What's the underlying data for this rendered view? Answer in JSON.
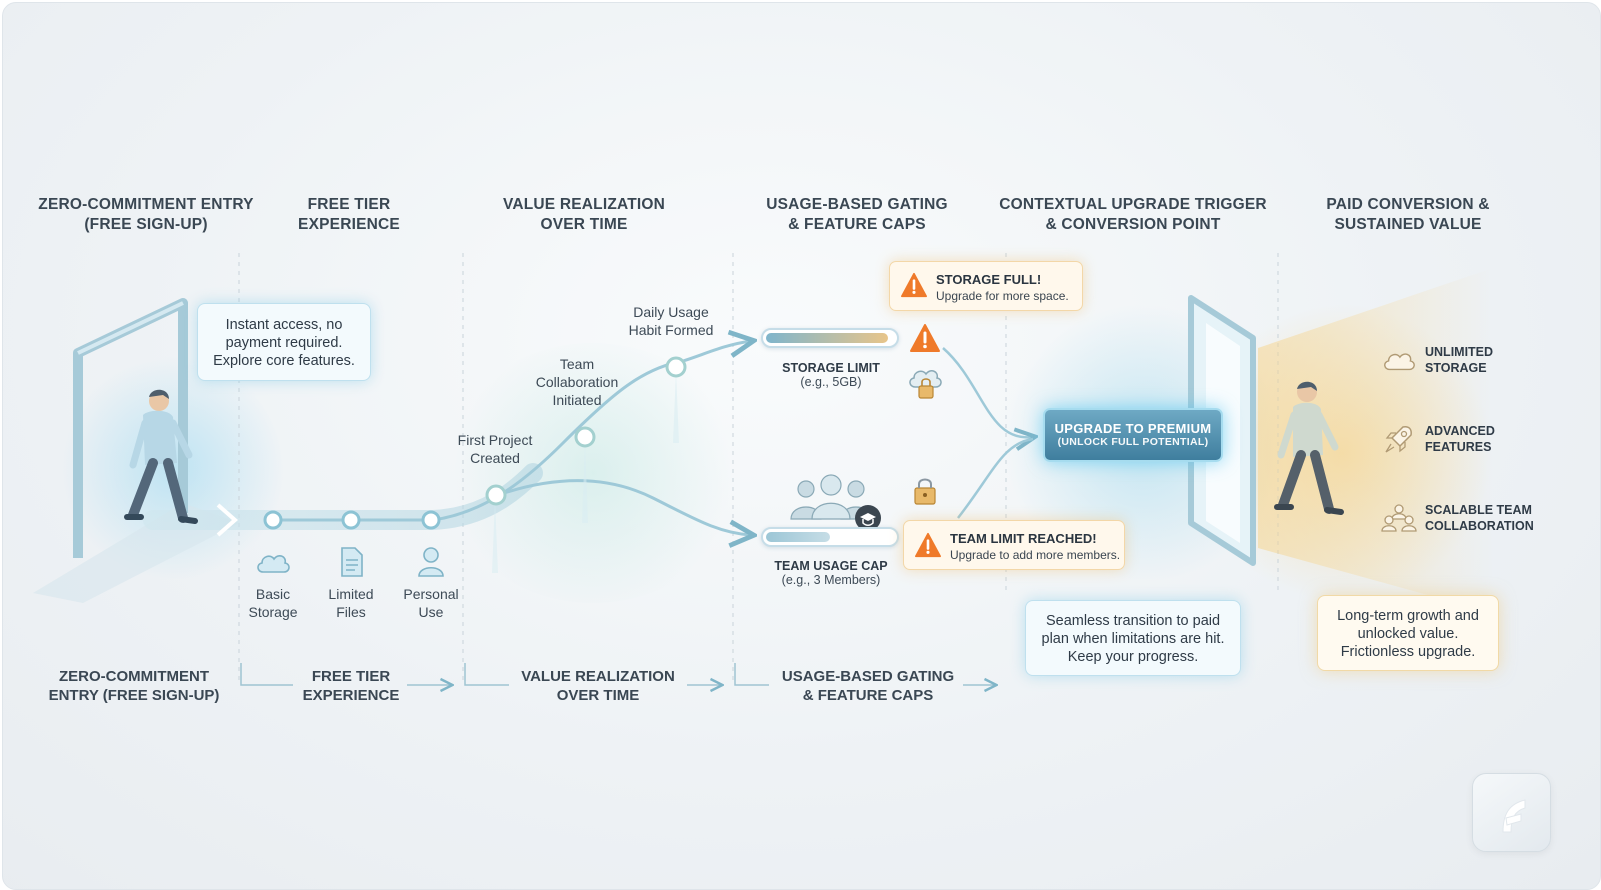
{
  "columns": [
    {
      "heading": "ZERO-COMMITMENT ENTRY\n(FREE SIGN-UP)"
    },
    {
      "heading": "FREE TIER\nEXPERIENCE"
    },
    {
      "heading": "VALUE REALIZATION\nOVER TIME"
    },
    {
      "heading": "USAGE-BASED GATING\n& FEATURE CAPS"
    },
    {
      "heading": "CONTEXTUAL UPGRADE TRIGGER\n& CONVERSION POINT"
    },
    {
      "heading": "PAID CONVERSION &\nSUSTAINED VALUE"
    }
  ],
  "footer_stages": [
    {
      "label": "ZERO-COMMITMENT\nENTRY (FREE SIGN-UP)"
    },
    {
      "label": "FREE TIER\nEXPERIENCE"
    },
    {
      "label": "VALUE REALIZATION\nOVER TIME"
    },
    {
      "label": "USAGE-BASED GATING\n& FEATURE CAPS"
    }
  ],
  "entry_note": "Instant access, no\npayment required.\nExplore core features.",
  "free_features": [
    {
      "label": "Basic\nStorage",
      "icon": "cloud-icon"
    },
    {
      "label": "Limited\nFiles",
      "icon": "file-icon"
    },
    {
      "label": "Personal\nUse",
      "icon": "user-icon"
    }
  ],
  "milestones": [
    {
      "label": "First Project\nCreated"
    },
    {
      "label": "Team\nCollaboration\nInitiated"
    },
    {
      "label": "Daily Usage\nHabit Formed"
    }
  ],
  "storage": {
    "title": "STORAGE LIMIT",
    "subtitle": "(e.g., 5GB)",
    "fill": 0.95,
    "alert_title": "STORAGE FULL!",
    "alert_text": "Upgrade for more space."
  },
  "team": {
    "title": "TEAM USAGE CAP",
    "subtitle": "(e.g., 3 Members)",
    "fill": 0.5,
    "alert_title": "TEAM LIMIT REACHED!",
    "alert_text": "Upgrade to add more members."
  },
  "upgrade": {
    "label": "UPGRADE TO PREMIUM",
    "sublabel": "(UNLOCK FULL POTENTIAL)"
  },
  "transition_note": "Seamless transition to paid\nplan when limitations are hit.\nKeep your progress.",
  "benefits": [
    {
      "label": "UNLIMITED\nSTORAGE",
      "icon": "cloud-icon"
    },
    {
      "label": "ADVANCED\nFEATURES",
      "icon": "rocket-icon"
    },
    {
      "label": "SCALABLE TEAM\nCOLLABORATION",
      "icon": "team-icon"
    }
  ],
  "growth_note": "Long-term growth and\nunlocked value.\nFrictionless upgrade.",
  "colors": {
    "path": "#a9cfdc",
    "node": "#8cc3d4",
    "alert": "#ef7a2a",
    "cta": "#4f8fae",
    "warm_glow": "#f6d48c"
  }
}
